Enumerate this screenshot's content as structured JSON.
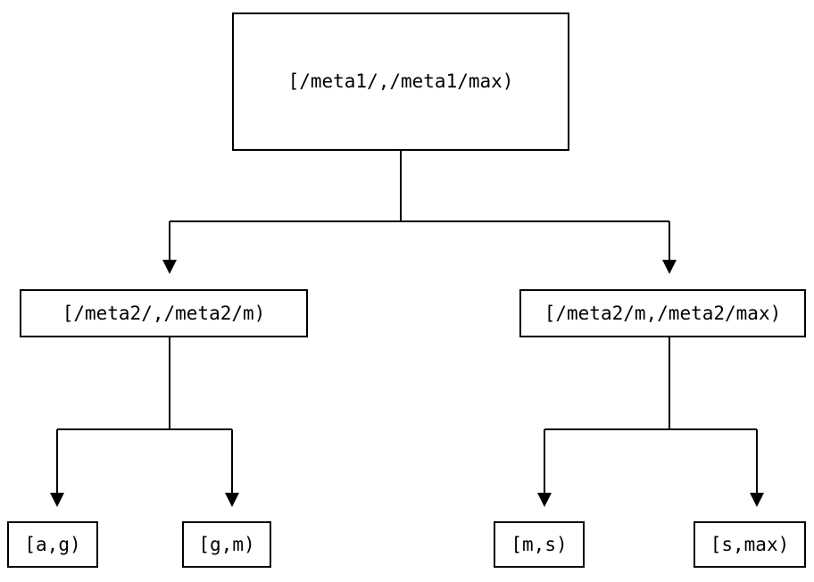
{
  "diagram": {
    "type": "tree",
    "colors": {
      "line": "#000000",
      "background": "#ffffff",
      "box_fill": "#ffffff",
      "text": "#000000"
    },
    "nodes": {
      "root": {
        "label": "[/meta1/,/meta1/max)"
      },
      "left": {
        "label": "[/meta2/,/meta2/m)"
      },
      "right": {
        "label": "[/meta2/m,/meta2/max)"
      },
      "leaf_ag": {
        "label": "[a,g)"
      },
      "leaf_gm": {
        "label": "[g,m)"
      },
      "leaf_ms": {
        "label": "[m,s)"
      },
      "leaf_smax": {
        "label": "[s,max)"
      }
    },
    "edges": [
      {
        "from": "root",
        "to": "left"
      },
      {
        "from": "root",
        "to": "right"
      },
      {
        "from": "left",
        "to": "leaf_ag"
      },
      {
        "from": "left",
        "to": "leaf_gm"
      },
      {
        "from": "right",
        "to": "leaf_ms"
      },
      {
        "from": "right",
        "to": "leaf_smax"
      }
    ]
  }
}
